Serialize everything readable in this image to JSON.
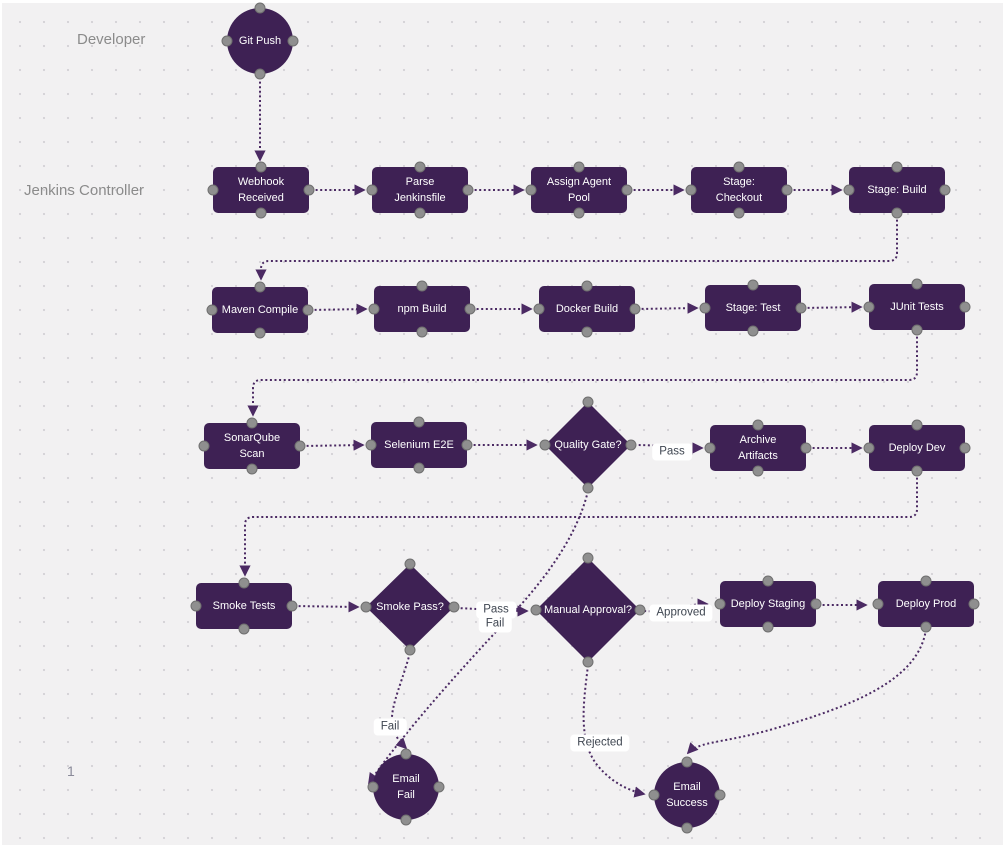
{
  "canvas": {
    "background_color": "#f2f1f2",
    "grid_dot_color": "#d4d3d7",
    "node_fill_color": "#3e2154",
    "node_text_color": "#ffffff",
    "edge_color": "#4b2a63",
    "handle_color": "#8f8f8f",
    "edge_label_bg": "#ffffff",
    "edge_label_text_color": "#3f4651",
    "lane_label_color": "#8b8b8b"
  },
  "lanes": {
    "developer": "Developer",
    "jenkins_controller": "Jenkins Controller"
  },
  "page_number": "1",
  "nodes": {
    "git_push": {
      "label": "Git Push",
      "type": "circle"
    },
    "webhook": {
      "label": "Webhook Received",
      "type": "rect"
    },
    "parse": {
      "label": "Parse Jenkinsfile",
      "type": "rect"
    },
    "assign": {
      "label": "Assign Agent Pool",
      "type": "rect"
    },
    "checkout": {
      "label": "Stage: Checkout",
      "type": "rect"
    },
    "build": {
      "label": "Stage: Build",
      "type": "rect"
    },
    "maven": {
      "label": "Maven Compile",
      "type": "rect"
    },
    "npm": {
      "label": "npm Build",
      "type": "rect"
    },
    "docker": {
      "label": "Docker Build",
      "type": "rect"
    },
    "stage_test": {
      "label": "Stage: Test",
      "type": "rect"
    },
    "junit": {
      "label": "JUnit Tests",
      "type": "rect"
    },
    "sonar": {
      "label": "SonarQube Scan",
      "type": "rect"
    },
    "selenium": {
      "label": "Selenium E2E",
      "type": "rect"
    },
    "quality": {
      "label": "Quality Gate?",
      "type": "diamond"
    },
    "archive": {
      "label": "Archive Artifacts",
      "type": "rect"
    },
    "deploy_dev": {
      "label": "Deploy Dev",
      "type": "rect"
    },
    "smoke_tests": {
      "label": "Smoke Tests",
      "type": "rect"
    },
    "smoke_pass": {
      "label": "Smoke Pass?",
      "type": "diamond"
    },
    "manual": {
      "label": "Manual Approval?",
      "type": "diamond"
    },
    "deploy_staging": {
      "label": "Deploy Staging",
      "type": "rect"
    },
    "deploy_prod": {
      "label": "Deploy Prod",
      "type": "rect"
    },
    "email_fail": {
      "label": "Email Fail",
      "type": "circle"
    },
    "email_success": {
      "label": "Email Success",
      "type": "circle"
    }
  },
  "edge_labels": {
    "quality_pass": "Pass",
    "quality_fail": "Fail",
    "smoke_pass": "Pass",
    "smoke_fail": "Fail",
    "approved": "Approved",
    "rejected": "Rejected"
  },
  "edges": [
    {
      "from": "Git Push",
      "to": "Webhook Received",
      "label": ""
    },
    {
      "from": "Webhook Received",
      "to": "Parse Jenkinsfile",
      "label": ""
    },
    {
      "from": "Parse Jenkinsfile",
      "to": "Assign Agent Pool",
      "label": ""
    },
    {
      "from": "Assign Agent Pool",
      "to": "Stage: Checkout",
      "label": ""
    },
    {
      "from": "Stage: Checkout",
      "to": "Stage: Build",
      "label": ""
    },
    {
      "from": "Stage: Build",
      "to": "Maven Compile",
      "label": ""
    },
    {
      "from": "Maven Compile",
      "to": "npm Build",
      "label": ""
    },
    {
      "from": "npm Build",
      "to": "Docker Build",
      "label": ""
    },
    {
      "from": "Docker Build",
      "to": "Stage: Test",
      "label": ""
    },
    {
      "from": "Stage: Test",
      "to": "JUnit Tests",
      "label": ""
    },
    {
      "from": "JUnit Tests",
      "to": "SonarQube Scan",
      "label": ""
    },
    {
      "from": "SonarQube Scan",
      "to": "Selenium E2E",
      "label": ""
    },
    {
      "from": "Selenium E2E",
      "to": "Quality Gate?",
      "label": ""
    },
    {
      "from": "Quality Gate?",
      "to": "Archive Artifacts",
      "label": "Pass"
    },
    {
      "from": "Quality Gate?",
      "to": "Email Fail",
      "label": "Fail"
    },
    {
      "from": "Archive Artifacts",
      "to": "Deploy Dev",
      "label": ""
    },
    {
      "from": "Deploy Dev",
      "to": "Smoke Tests",
      "label": ""
    },
    {
      "from": "Smoke Tests",
      "to": "Smoke Pass?",
      "label": ""
    },
    {
      "from": "Smoke Pass?",
      "to": "Manual Approval?",
      "label": "Pass"
    },
    {
      "from": "Smoke Pass?",
      "to": "Email Fail",
      "label": "Fail"
    },
    {
      "from": "Manual Approval?",
      "to": "Deploy Staging",
      "label": "Approved"
    },
    {
      "from": "Manual Approval?",
      "to": "Email Success",
      "label": "Rejected"
    },
    {
      "from": "Deploy Staging",
      "to": "Deploy Prod",
      "label": ""
    },
    {
      "from": "Deploy Prod",
      "to": "Email Success",
      "label": ""
    }
  ]
}
